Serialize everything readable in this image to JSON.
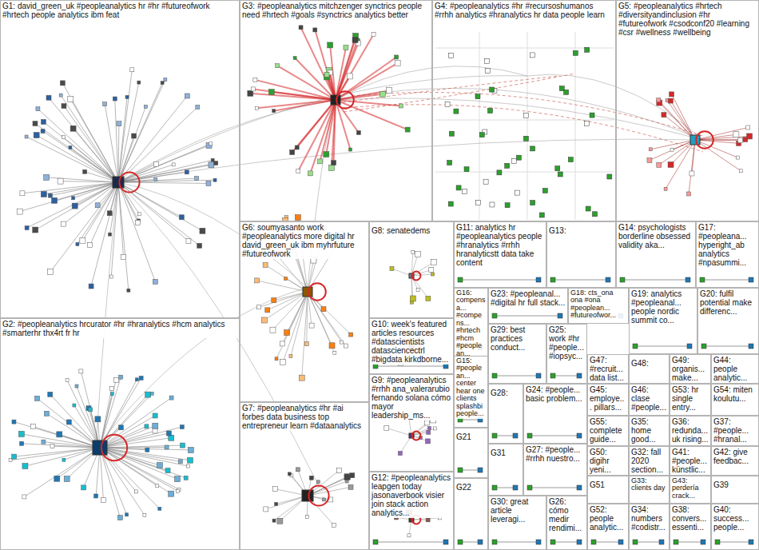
{
  "diagram": {
    "nodes": [
      {
        "text": [
          "G1: david_green_uk #peopleanalytics hr #hr #futureofwork #hrtech people analytics ibm feat"
        ]
      },
      {
        "text": [
          "G3: #peopleanalytics mitchzenger synctrics people need #hrtech #goals #synctrics analytics better"
        ]
      },
      {
        "text": [
          "G4: #peopleanalytics #hr #recursoshumanos #rrhh analytics #hranalytics hr data people learn"
        ]
      },
      {
        "text": [
          "G5: #peopleanalytics #hrtech #diversityandinclusion #hr #futureofwork #csodconf20 #learning #csr #wellness #wellbeing"
        ]
      },
      {
        "text": [
          "G6: soumyasanto work #peopleanalytics more digital hr david_green_uk ibm myhrfuture #futureofwork"
        ]
      },
      {
        "text": [
          "G8: senatedems"
        ]
      },
      {
        "text": [
          "G11: analytics hr #peopleanalytics people #hranalytics #rrhh hranalyticstt data take content"
        ]
      },
      {
        "text": [
          "G13:"
        ]
      },
      {
        "text": [
          "G14: psychologists borderline obsessed validity aka..."
        ]
      },
      {
        "text": [
          "G17: #peopleana... hyperight_ab analytics #npasummi..."
        ]
      },
      {
        "text": [
          "G16: compensa... #compens... #hrtech #hcm #peoplean..."
        ]
      },
      {
        "text": [
          "G23: #peopleanal... #digital hr full stack..."
        ]
      },
      {
        "text": [
          "G18: cts_ona ona #ona #peoplean... #futureofwor..."
        ]
      },
      {
        "text": [
          "G19: analytics #peopleanal... people nordic summit co..."
        ]
      },
      {
        "text": [
          "G20: fulfil potential make differenc..."
        ]
      },
      {
        "text": [
          "G2: #peopleanalytics hrcurator #hr #hranalytics #hcm analytics #smarterhr thx4rt fr hr"
        ]
      },
      {
        "text": [
          "G10: week's featured articles resources #datascientists datasciencectrl #bigdata kirkdborne..."
        ]
      },
      {
        "text": [
          "G29: best practices conduct..."
        ]
      },
      {
        "text": [
          "G25: work #hr #people... #iopsyc..."
        ]
      },
      {
        "text": [
          "G47: #recruit... data list..."
        ]
      },
      {
        "text": [
          "G48:"
        ]
      },
      {
        "text": [
          "G49: organis... make..."
        ]
      },
      {
        "text": [
          "G44: people analytic..."
        ]
      },
      {
        "text": [
          "G15: #peoplean... center hear one clients splashbi people..."
        ]
      },
      {
        "text": [
          "G9: #peopleanalytics #rrhh ana_valerarubio fernando solana cómo mayor leadership_ms..."
        ]
      },
      {
        "text": [
          "G28:"
        ]
      },
      {
        "text": [
          "G24: #people... basic problem..."
        ]
      },
      {
        "text": [
          "G45: employe... pillars..."
        ]
      },
      {
        "text": [
          "G46: clase #people..."
        ]
      },
      {
        "text": [
          "G53: hr single entry..."
        ]
      },
      {
        "text": [
          "G54: miten koulutu..."
        ]
      },
      {
        "text": [
          "G7: #peopleanalytics #hr #ai forbes data business top entrepreneur learn #dataanalytics"
        ]
      },
      {
        "text": [
          "G55: complete guide..."
        ]
      },
      {
        "text": [
          "G35: home good..."
        ]
      },
      {
        "text": [
          "G36: redunda... uk rising..."
        ]
      },
      {
        "text": [
          "G37: #people... #hranal..."
        ]
      },
      {
        "text": [
          "G21"
        ]
      },
      {
        "text": [
          "G31"
        ]
      },
      {
        "text": [
          "G27: #people... #rrhh nuestro..."
        ]
      },
      {
        "text": [
          "G50: digihr yeni..."
        ]
      },
      {
        "text": [
          "G32: fall 2020 section..."
        ]
      },
      {
        "text": [
          "G41: #people... künstlic..."
        ]
      },
      {
        "text": [
          "G42: give feedbac..."
        ]
      },
      {
        "text": [
          "G12: #peopleanalytics leapgen today jasonaverbook visier join stack action analytics..."
        ]
      },
      {
        "text": [
          "G51"
        ]
      },
      {
        "text": [
          "G33: clients day"
        ]
      },
      {
        "text": [
          "G43: perdería crack..."
        ]
      },
      {
        "text": [
          "G39"
        ]
      },
      {
        "text": [
          "G22"
        ]
      },
      {
        "text": [
          "G30: great article leveragi..."
        ]
      },
      {
        "text": [
          "G26: cómo medir rendimi..."
        ]
      },
      {
        "text": [
          "G52: people analytic..."
        ]
      },
      {
        "text": [
          "G34: numbers #codistr..."
        ]
      },
      {
        "text": [
          "G38: convers... essenti..."
        ]
      },
      {
        "text": [
          "G40: success... people..."
        ]
      }
    ]
  }
}
